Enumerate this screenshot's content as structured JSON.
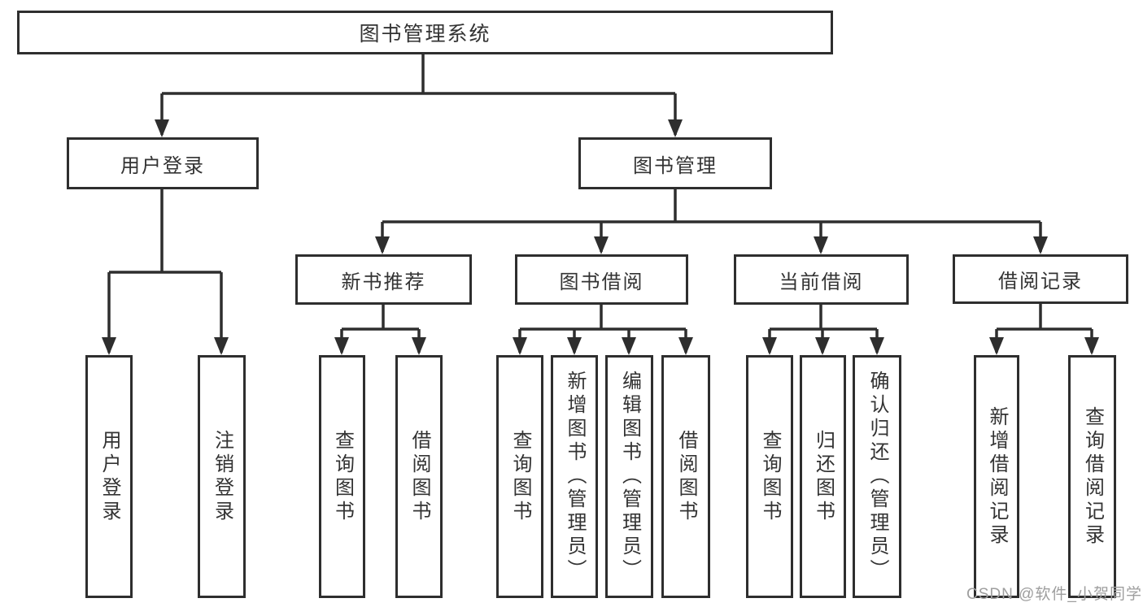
{
  "page": {
    "background": "#ffffff",
    "line_color": "#2e2e2e",
    "text_color": "#333333",
    "watermark_color": "#9e9e9e"
  },
  "watermark": {
    "text": "CSDN @软件_小贺同学"
  },
  "tree": {
    "label": "图书管理系统",
    "children": [
      {
        "label": "用户登录",
        "children": [
          {
            "label": "用户登录"
          },
          {
            "label": "注销登录"
          }
        ]
      },
      {
        "label": "图书管理",
        "children": [
          {
            "label": "新书推荐",
            "children": [
              {
                "label": "查询图书"
              },
              {
                "label": "借阅图书"
              }
            ]
          },
          {
            "label": "图书借阅",
            "children": [
              {
                "label": "查询图书"
              },
              {
                "label": "新增图书（管理员）"
              },
              {
                "label": "编辑图书（管理员）"
              },
              {
                "label": "借阅图书"
              }
            ]
          },
          {
            "label": "当前借阅",
            "children": [
              {
                "label": "查询图书"
              },
              {
                "label": "归还图书"
              },
              {
                "label": "确认归还（管理员）"
              }
            ]
          },
          {
            "label": "借阅记录",
            "children": [
              {
                "label": "新增借阅记录"
              },
              {
                "label": "查询借阅记录"
              }
            ]
          }
        ]
      }
    ]
  }
}
